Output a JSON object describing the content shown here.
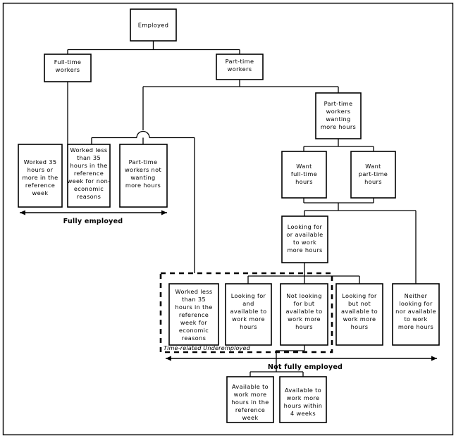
{
  "diagram": {
    "title": "Employment and underemployment classification flowchart",
    "colors": {
      "background": "#ffffff",
      "stroke": "#000000",
      "node_fill": "#ffffff"
    },
    "nodes": [
      {
        "id": "employed",
        "label": "Employed",
        "lines": [
          "Employed"
        ]
      },
      {
        "id": "full-time-workers",
        "label": "Full-time workers",
        "lines": [
          "Full-time",
          "workers"
        ]
      },
      {
        "id": "part-time-workers",
        "label": "Part-time workers",
        "lines": [
          "Part-time",
          "workers"
        ]
      },
      {
        "id": "pt-wanting-more",
        "label": "Part-time workers wanting more hours",
        "lines": [
          "Part-time",
          "workers",
          "wanting",
          "more hours"
        ]
      },
      {
        "id": "worked-35-plus",
        "label": "Worked 35 hours or more in the reference week",
        "lines": [
          "Worked 35",
          "hours or",
          "more in the",
          "reference",
          "week"
        ]
      },
      {
        "id": "worked-less-noneco",
        "label": "Worked less than 35 hours in the reference week for non-economic reasons",
        "lines": [
          "Worked less",
          "than 35",
          "hours in the",
          "reference",
          "week for non-",
          "economic",
          "reasons"
        ]
      },
      {
        "id": "pt-not-wanting",
        "label": "Part-time workers not wanting more hours",
        "lines": [
          "Part-time",
          "workers not",
          "wanting",
          "more hours"
        ]
      },
      {
        "id": "want-full-time",
        "label": "Want full-time hours",
        "lines": [
          "Want",
          "full-time",
          "hours"
        ]
      },
      {
        "id": "want-part-time",
        "label": "Want part-time hours",
        "lines": [
          "Want",
          "part-time",
          "hours"
        ]
      },
      {
        "id": "looking-or-available",
        "label": "Looking for or available to work more hours",
        "lines": [
          "Looking for",
          "or available",
          "to work",
          "more hours"
        ]
      },
      {
        "id": "worked-less-eco",
        "label": "Worked less than 35 hours in the reference week for economic reasons",
        "lines": [
          "Worked less",
          "than 35",
          "hours in the",
          "reference",
          "week for",
          "economic",
          "reasons"
        ]
      },
      {
        "id": "looking-and-avail",
        "label": "Looking for and available to work more hours",
        "lines": [
          "Looking for",
          "and",
          "available to",
          "work more",
          "hours"
        ]
      },
      {
        "id": "notlooking-avail",
        "label": "Not looking for but available to work more hours",
        "lines": [
          "Not looking",
          "for but",
          "available to",
          "work more",
          "hours"
        ]
      },
      {
        "id": "looking-notavail",
        "label": "Looking for but not available to work more hours",
        "lines": [
          "Looking for",
          "but not",
          "available to",
          "work more",
          "hours"
        ]
      },
      {
        "id": "neither",
        "label": "Neither looking for nor available to work more hours",
        "lines": [
          "Neither",
          "looking for",
          "nor available",
          "to work",
          "more hours"
        ]
      },
      {
        "id": "avail-ref-week",
        "label": "Available to work more hours in the reference week",
        "lines": [
          "Available to",
          "work more",
          "hours in the",
          "reference",
          "week"
        ]
      },
      {
        "id": "avail-4-weeks",
        "label": "Available to work more hours within 4 weeks",
        "lines": [
          "Available to",
          "work more",
          "hours within",
          "4 weeks"
        ]
      }
    ],
    "group_label": "Time-related Underemployed",
    "span_arrows": [
      {
        "id": "fully-employed",
        "label": "Fully employed"
      },
      {
        "id": "not-fully-employed",
        "label": "Not fully employed"
      }
    ]
  }
}
